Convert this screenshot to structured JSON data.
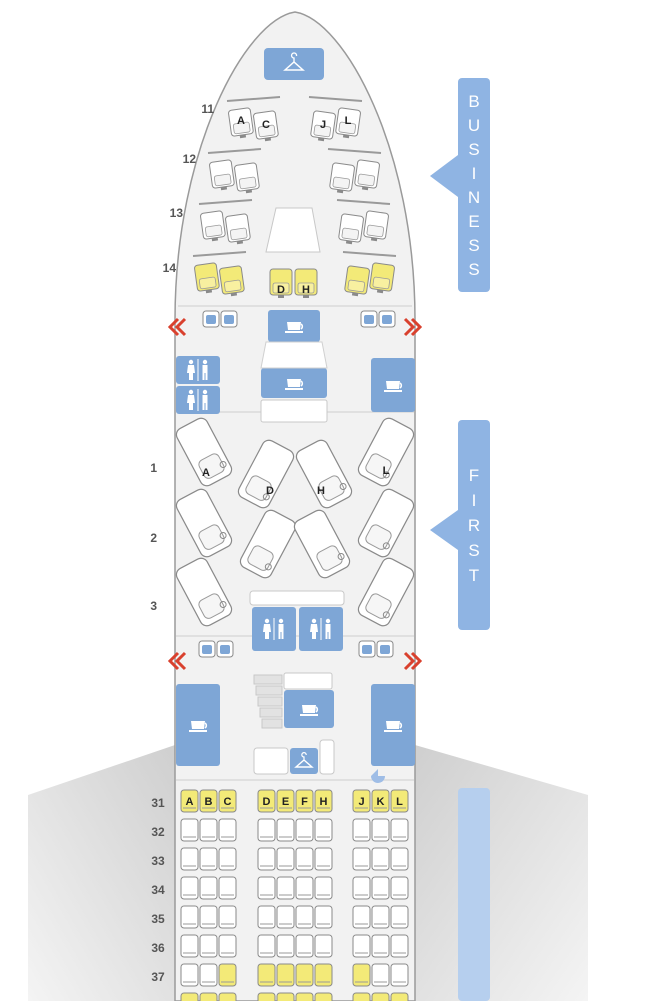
{
  "sections": {
    "business": {
      "label": "BUSINESS",
      "letters": [
        "B",
        "U",
        "S",
        "I",
        "N",
        "E",
        "S",
        "S"
      ]
    },
    "first": {
      "label": "FIRST",
      "letters": [
        "F",
        "I",
        "R",
        "S",
        "T"
      ]
    }
  },
  "business_rows": [
    "11",
    "12",
    "13",
    "14"
  ],
  "business_seats": {
    "A": "A",
    "C": "C",
    "J": "J",
    "L": "L",
    "D": "D",
    "H": "H"
  },
  "first_rows": [
    "1",
    "2",
    "3"
  ],
  "first_seats": {
    "A": "A",
    "D": "D",
    "H": "H",
    "L": "L"
  },
  "economy_rows": [
    "31",
    "32",
    "33",
    "34",
    "35",
    "36",
    "37"
  ],
  "economy_letters": {
    "left": [
      "A",
      "B",
      "C"
    ],
    "center": [
      "D",
      "E",
      "F",
      "H"
    ],
    "right": [
      "J",
      "K",
      "L"
    ]
  },
  "colors": {
    "accent_blue": "#7ea6d6",
    "section_banner": "#8fb4e3",
    "highlight_seat": "#f3ea78",
    "exit_red": "#d9412e",
    "fuselage_line": "#9a9a9a"
  },
  "icons": [
    "hanger-icon",
    "galley-cup-icon",
    "lavatory-icon",
    "exit-arrow-icon",
    "bassinet-icon"
  ]
}
